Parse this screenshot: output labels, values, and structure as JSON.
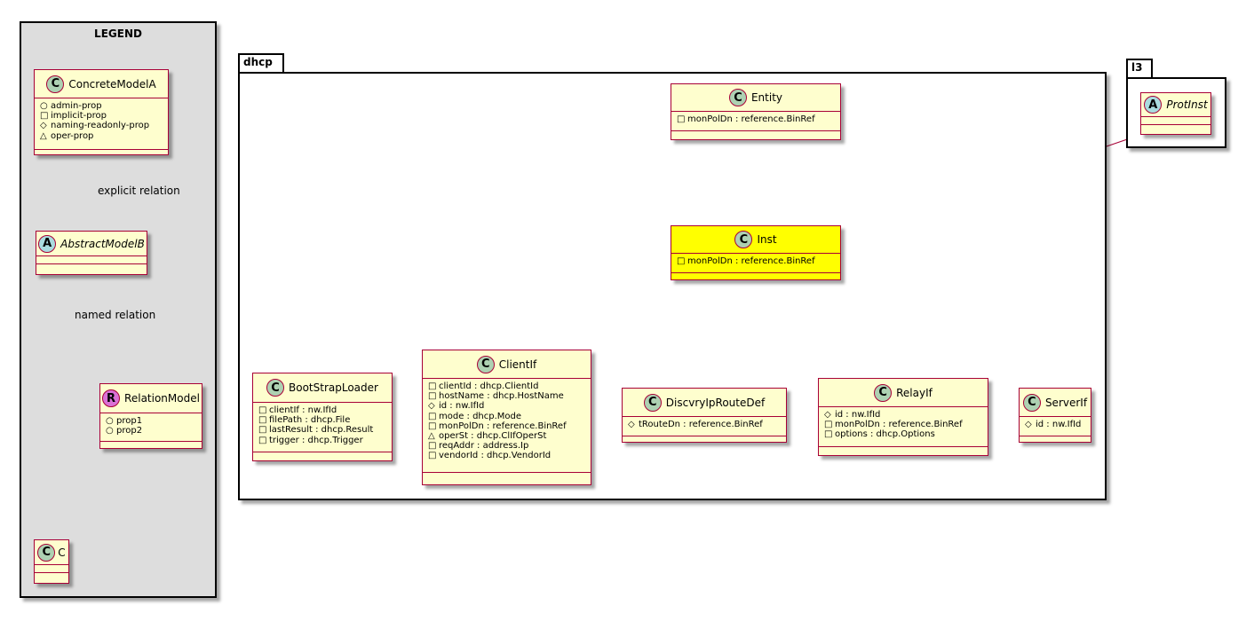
{
  "legend": {
    "title": "LEGEND"
  },
  "packages": {
    "dhcp": "dhcp",
    "l3": "l3"
  },
  "stereotypes": {
    "class": "C",
    "abstract": "A",
    "relation": "R"
  },
  "legend_classes": {
    "concrete": {
      "name": "ConcreteModelA",
      "attrs": [
        {
          "vis": "○",
          "text": "admin-prop"
        },
        {
          "vis": "□",
          "text": "implicit-prop"
        },
        {
          "vis": "◇",
          "text": "naming-readonly-prop"
        },
        {
          "vis": "△",
          "text": "oper-prop"
        }
      ]
    },
    "abstract": {
      "name": "AbstractModelB"
    },
    "relation": {
      "name": "RelationModel",
      "attrs": [
        {
          "vis": "○",
          "text": "prop1"
        },
        {
          "vis": "○",
          "text": "prop2"
        }
      ]
    },
    "c": {
      "name": "C"
    }
  },
  "edge_labels": {
    "explicit": "explicit relation",
    "named": "named relation"
  },
  "classes": {
    "entity": {
      "name": "Entity",
      "attrs": [
        {
          "vis": "□",
          "text": "monPolDn : reference.BinRef"
        }
      ]
    },
    "inst": {
      "name": "Inst",
      "attrs": [
        {
          "vis": "□",
          "text": "monPolDn : reference.BinRef"
        }
      ]
    },
    "protinst": {
      "name": "ProtInst"
    },
    "bootstraploader": {
      "name": "BootStrapLoader",
      "attrs": [
        {
          "vis": "□",
          "text": "clientIf : nw.IfId"
        },
        {
          "vis": "□",
          "text": "filePath : dhcp.File"
        },
        {
          "vis": "□",
          "text": "lastResult : dhcp.Result"
        },
        {
          "vis": "□",
          "text": "trigger : dhcp.Trigger"
        }
      ]
    },
    "clientif": {
      "name": "ClientIf",
      "attrs": [
        {
          "vis": "□",
          "text": "clientId : dhcp.ClientId"
        },
        {
          "vis": "□",
          "text": "hostName : dhcp.HostName"
        },
        {
          "vis": "◇",
          "text": "id : nw.IfId"
        },
        {
          "vis": "□",
          "text": "mode : dhcp.Mode"
        },
        {
          "vis": "□",
          "text": "monPolDn : reference.BinRef"
        },
        {
          "vis": "△",
          "text": "operSt : dhcp.ClIfOperSt"
        },
        {
          "vis": "□",
          "text": "reqAddr : address.Ip"
        },
        {
          "vis": "□",
          "text": "vendorId : dhcp.VendorId"
        }
      ]
    },
    "discvry": {
      "name": "DiscvryIpRouteDef",
      "attrs": [
        {
          "vis": "◇",
          "text": "tRouteDn : reference.BinRef"
        }
      ]
    },
    "relayif": {
      "name": "RelayIf",
      "attrs": [
        {
          "vis": "◇",
          "text": "id : nw.IfId"
        },
        {
          "vis": "□",
          "text": "monPolDn : reference.BinRef"
        },
        {
          "vis": "□",
          "text": "options : dhcp.Options"
        }
      ]
    },
    "serverif": {
      "name": "ServerIf",
      "attrs": [
        {
          "vis": "◇",
          "text": "id : nw.IfId"
        }
      ]
    }
  },
  "colors": {
    "class_fill": "#fefece",
    "class_border": "#a80036",
    "highlight_fill": "#ffff00",
    "legend_fill": "#dddddd",
    "stereo_class": "#add1b2",
    "stereo_abstract": "#a9dcdf",
    "stereo_relation": "#da70d6"
  }
}
